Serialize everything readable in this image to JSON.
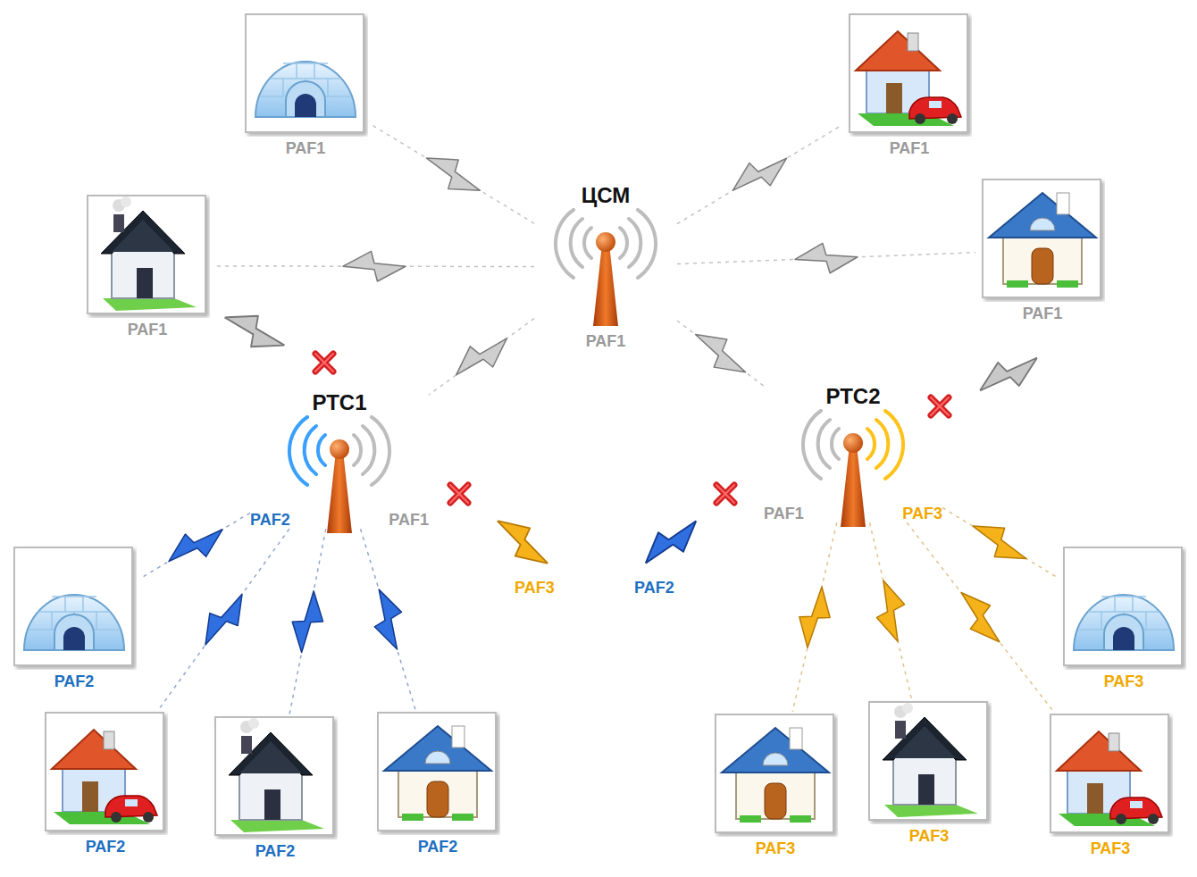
{
  "diagram": {
    "nodes": [
      {
        "text": [
          "ЦСМ",
          "PAF1"
        ]
      },
      {
        "text": [
          "PAF1"
        ]
      },
      {
        "text": [
          "PAF1"
        ]
      },
      {
        "text": [
          "PAF1"
        ]
      },
      {
        "text": [
          "PAF1"
        ]
      },
      {
        "text": [
          "РТС1",
          "PAF2",
          "PAF1"
        ]
      },
      {
        "text": [
          "РТС2",
          "PAF1",
          "PAF3"
        ]
      },
      {
        "text": [
          "PAF2"
        ]
      },
      {
        "text": [
          "PAF2"
        ]
      },
      {
        "text": [
          "PAF2"
        ]
      },
      {
        "text": [
          "PAF2"
        ]
      },
      {
        "text": [
          "PAF3"
        ]
      },
      {
        "text": [
          "PAF3"
        ]
      },
      {
        "text": [
          "PAF3"
        ]
      },
      {
        "text": [
          "PAF3"
        ]
      }
    ],
    "edges": [
      {
        "from": 0,
        "to": 1,
        "arrow": "none"
      },
      {
        "from": 0,
        "to": 2,
        "arrow": "none"
      },
      {
        "from": 0,
        "to": 3,
        "arrow": "none"
      },
      {
        "from": 0,
        "to": 4,
        "arrow": "none"
      },
      {
        "from": 0,
        "to": 5,
        "arrow": "none"
      },
      {
        "from": 0,
        "to": 6,
        "arrow": "none"
      },
      {
        "from": 5,
        "to": 7,
        "arrow": "none"
      },
      {
        "from": 5,
        "to": 8,
        "arrow": "none"
      },
      {
        "from": 5,
        "to": 9,
        "arrow": "none"
      },
      {
        "from": 5,
        "to": 10,
        "arrow": "none"
      },
      {
        "from": 6,
        "to": 11,
        "arrow": "none"
      },
      {
        "from": 6,
        "to": 12,
        "arrow": "none"
      },
      {
        "from": 6,
        "to": 13,
        "arrow": "none"
      },
      {
        "from": 6,
        "to": 14,
        "arrow": "none"
      }
    ],
    "labels": [
      "PAF3",
      "PAF2"
    ]
  }
}
